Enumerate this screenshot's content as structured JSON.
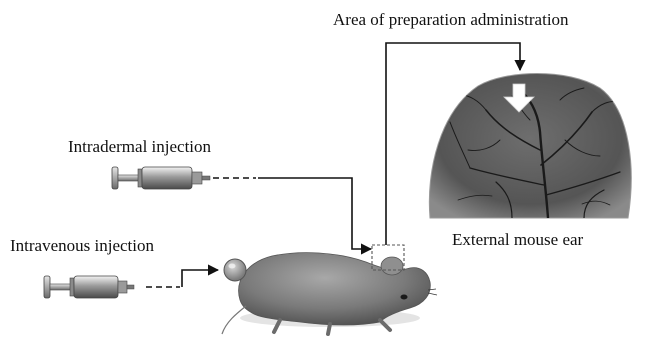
{
  "labels": {
    "area_of_administration": "Area of preparation administration",
    "intradermal": "Intradermal injection",
    "intravenous": "Intravenous injection",
    "ear": "External mouse ear"
  },
  "colors": {
    "line": "#111111",
    "text": "#111111",
    "ear_tissue": "#5a5a5a",
    "vessel": "#1a1a1a",
    "arrow": "#ffffff",
    "mouse": "#7a7a7a"
  },
  "icons": {
    "syringe": "syringe-icon",
    "mouse": "mouse-image",
    "ear": "ear-micrograph"
  }
}
